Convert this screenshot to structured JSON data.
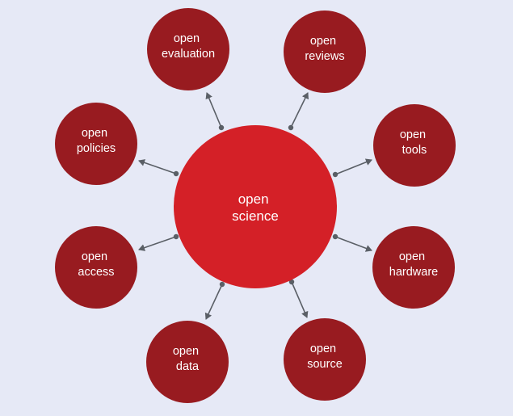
{
  "colors": {
    "background": "#e6e9f6",
    "center_fill": "#d42027",
    "satellite_fill": "#981b20",
    "connector": "#5a5f66",
    "text": "#ffffff"
  },
  "center": {
    "lines": [
      "open",
      "science"
    ]
  },
  "satellites": [
    {
      "id": "evaluation",
      "lines": [
        "open",
        "evaluation"
      ]
    },
    {
      "id": "reviews",
      "lines": [
        "open",
        "reviews"
      ]
    },
    {
      "id": "tools",
      "lines": [
        "open",
        "tools"
      ]
    },
    {
      "id": "hardware",
      "lines": [
        "open",
        "hardware"
      ]
    },
    {
      "id": "source",
      "lines": [
        "open",
        "source"
      ]
    },
    {
      "id": "data",
      "lines": [
        "open",
        "data"
      ]
    },
    {
      "id": "access",
      "lines": [
        "open",
        "access"
      ]
    },
    {
      "id": "policies",
      "lines": [
        "open",
        "policies"
      ]
    }
  ]
}
